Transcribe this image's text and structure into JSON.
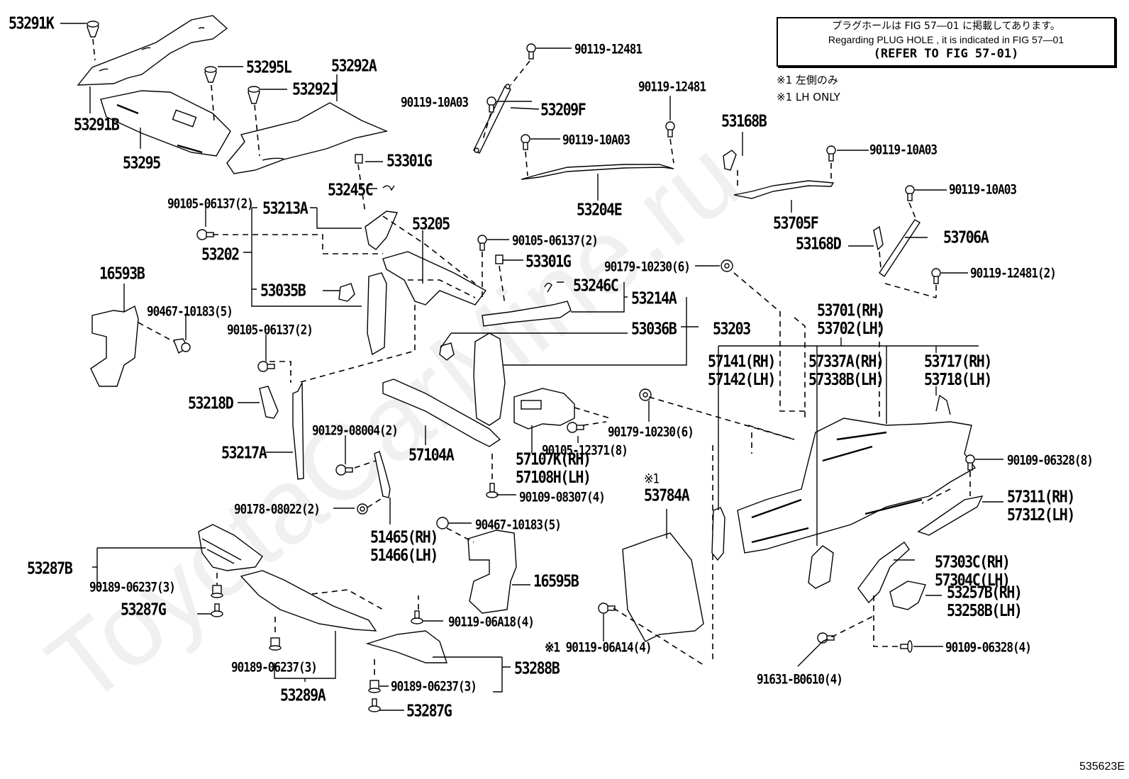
{
  "figure": {
    "id": "535623E",
    "watermark": "ToyotaCarMine.ru",
    "notice": {
      "jp": "プラグホールは FIG  57―01 に掲載してあります。",
      "en": "Regarding  PLUG  HOLE , it is indicated in FIG  57―01",
      "ref": "(REFER TO FIG 57-01)"
    },
    "notes": [
      {
        "jp": "※1 左側のみ"
      },
      {
        "en": "※1 LH ONLY"
      }
    ]
  },
  "labels": [
    {
      "id": "53291K",
      "text": "53291K"
    },
    {
      "id": "53291B",
      "text": "53291B"
    },
    {
      "id": "53295L",
      "text": "53295L"
    },
    {
      "id": "53292J",
      "text": "53292J"
    },
    {
      "id": "53292A",
      "text": "53292A"
    },
    {
      "id": "53295",
      "text": "53295"
    },
    {
      "id": "53301G-1",
      "text": "53301G"
    },
    {
      "id": "90119-12481-a",
      "text": "90119-12481"
    },
    {
      "id": "90119-10A03-a",
      "text": "90119-10A03"
    },
    {
      "id": "53209F",
      "text": "53209F"
    },
    {
      "id": "90119-12481-b",
      "text": "90119-12481"
    },
    {
      "id": "90119-10A03-b",
      "text": "90119-10A03"
    },
    {
      "id": "53204E",
      "text": "53204E"
    },
    {
      "id": "53168B",
      "text": "53168B"
    },
    {
      "id": "90119-10A03-c",
      "text": "90119-10A03"
    },
    {
      "id": "53705F",
      "text": "53705F"
    },
    {
      "id": "90119-10A03-d",
      "text": "90119-10A03"
    },
    {
      "id": "53706A",
      "text": "53706A"
    },
    {
      "id": "53168D",
      "text": "53168D"
    },
    {
      "id": "90119-12481-2",
      "text": "90119-12481(2)"
    },
    {
      "id": "90105-06137-2a",
      "text": "90105-06137(2)"
    },
    {
      "id": "53245C",
      "text": "53245C"
    },
    {
      "id": "53213A",
      "text": "53213A"
    },
    {
      "id": "53205",
      "text": "53205"
    },
    {
      "id": "53202",
      "text": "53202"
    },
    {
      "id": "90105-06137-2b",
      "text": "90105-06137(2)"
    },
    {
      "id": "53301G-2",
      "text": "53301G"
    },
    {
      "id": "90179-10230-6a",
      "text": "90179-10230(6)"
    },
    {
      "id": "53035B",
      "text": "53035B"
    },
    {
      "id": "53246C",
      "text": "53246C"
    },
    {
      "id": "53214A",
      "text": "53214A"
    },
    {
      "id": "16593B",
      "text": "16593B"
    },
    {
      "id": "90467-10183-5a",
      "text": "90467-10183(5)"
    },
    {
      "id": "53036B",
      "text": "53036B"
    },
    {
      "id": "53203",
      "text": "53203"
    },
    {
      "id": "53701",
      "text": "53701(RH)",
      "text2": "53702(LH)"
    },
    {
      "id": "90105-06137-2c",
      "text": "90105-06137(2)"
    },
    {
      "id": "57141",
      "text": "57141(RH)",
      "text2": "57142(LH)"
    },
    {
      "id": "57337A",
      "text": "57337A(RH)",
      "text2": "57338B(LH)"
    },
    {
      "id": "53717",
      "text": "53717(RH)",
      "text2": "53718(LH)"
    },
    {
      "id": "53218D",
      "text": "53218D"
    },
    {
      "id": "90129-08004-2",
      "text": "90129-08004(2)"
    },
    {
      "id": "90179-10230-6b",
      "text": "90179-10230(6)"
    },
    {
      "id": "53217A",
      "text": "53217A"
    },
    {
      "id": "57104A",
      "text": "57104A"
    },
    {
      "id": "90105-12371-8",
      "text": "90105-12371(8)"
    },
    {
      "id": "57107K",
      "text": "57107K(RH)",
      "text2": "57108H(LH)"
    },
    {
      "id": "90109-06328-8",
      "text": "90109-06328(8)"
    },
    {
      "id": "53784A",
      "text": "53784A",
      "mark": "※1"
    },
    {
      "id": "90109-08307-4",
      "text": "90109-08307(4)"
    },
    {
      "id": "57311",
      "text": "57311(RH)",
      "text2": "57312(LH)"
    },
    {
      "id": "90178-08022-2",
      "text": "90178-08022(2)"
    },
    {
      "id": "90467-10183-5b",
      "text": "90467-10183(5)"
    },
    {
      "id": "51465",
      "text": "51465(RH)",
      "text2": "51466(LH)"
    },
    {
      "id": "53287B",
      "text": "53287B"
    },
    {
      "id": "57303C",
      "text": "57303C(RH)",
      "text2": "57304C(LH)"
    },
    {
      "id": "16595B",
      "text": "16595B"
    },
    {
      "id": "53257B",
      "text": "53257B(RH)",
      "text2": "53258B(LH)"
    },
    {
      "id": "90189-06237-3a",
      "text": "90189-06237(3)"
    },
    {
      "id": "53287G-1",
      "text": "53287G"
    },
    {
      "id": "90119-06A18-4",
      "text": "90119-06A18(4)"
    },
    {
      "id": "90119-06A14-4",
      "text": "※1 90119-06A14(4)"
    },
    {
      "id": "90109-06328-4",
      "text": "90109-06328(4)"
    },
    {
      "id": "90189-06237-3b",
      "text": "90189-06237(3)"
    },
    {
      "id": "53288B",
      "text": "53288B"
    },
    {
      "id": "91631-B0610-4",
      "text": "91631-B0610(4)"
    },
    {
      "id": "53289A",
      "text": "53289A"
    },
    {
      "id": "90189-06237-3c",
      "text": "90189-06237(3)"
    },
    {
      "id": "53287G-2",
      "text": "53287G"
    }
  ]
}
